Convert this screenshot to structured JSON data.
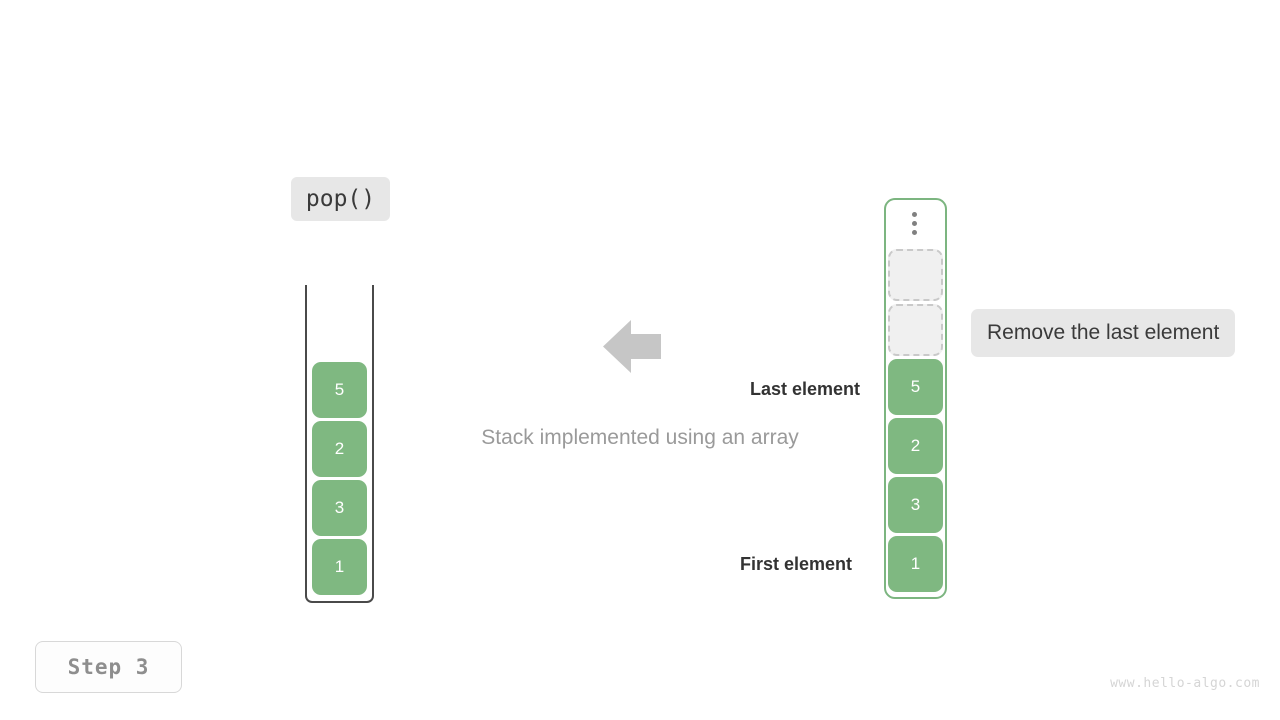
{
  "operation": {
    "label": "pop()"
  },
  "left_structure": {
    "name": "array-u-container",
    "cells": [
      {
        "value": "5"
      },
      {
        "value": "2"
      },
      {
        "value": "3"
      },
      {
        "value": "1"
      }
    ]
  },
  "right_structure": {
    "name": "stack-container",
    "dots_icon": "vertical-ellipsis-icon",
    "empty_slots": 2,
    "cells": [
      {
        "value": "5"
      },
      {
        "value": "2"
      },
      {
        "value": "3"
      },
      {
        "value": "1"
      }
    ]
  },
  "arrow": {
    "icon": "arrow-left-icon",
    "color": "#c6c6c6"
  },
  "annotations": {
    "caption": "Stack implemented using an array",
    "last_element": "Last element",
    "first_element": "First element",
    "note": "Remove the last element"
  },
  "step_badge": {
    "label": "Step 3"
  },
  "watermark": {
    "text": "www.hello-algo.com"
  },
  "colors": {
    "cell_green": "#7fb881",
    "container_green": "#7cb580",
    "chip_gray": "#e7e7e7",
    "caption_gray": "#9a9a9a",
    "arrow_gray": "#c6c6c6"
  }
}
